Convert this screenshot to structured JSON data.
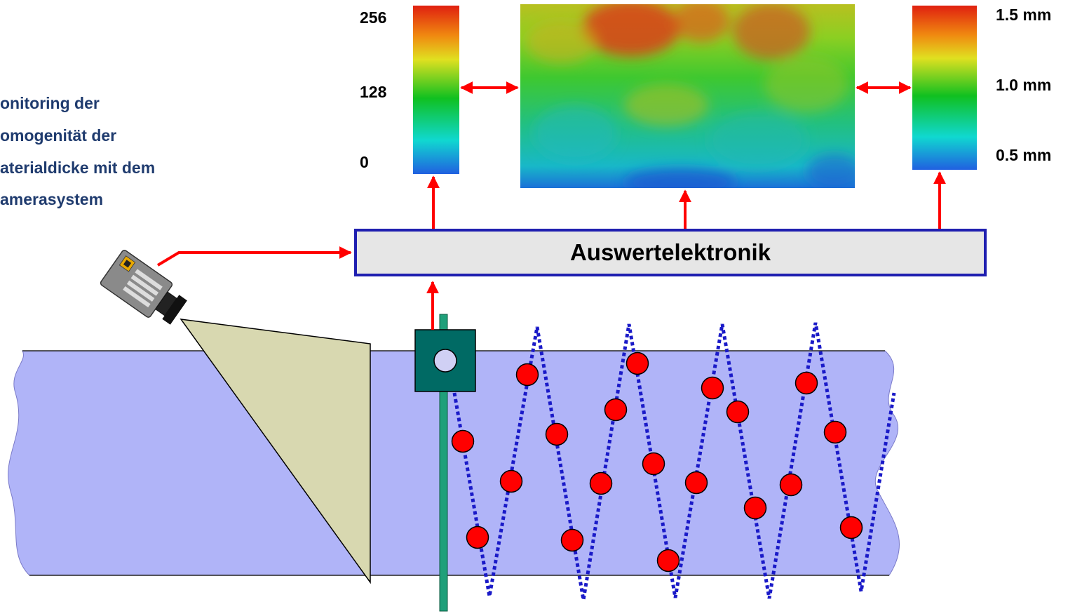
{
  "title_lines": [
    "onitoring  der",
    "omogenität der",
    "aterialdicke mit dem",
    "amerasystem"
  ],
  "processing_unit": {
    "label": "Auswertelektronik"
  },
  "left_scale": {
    "labels": [
      "256",
      "128",
      "0"
    ]
  },
  "right_scale": {
    "labels": [
      "1.5 mm",
      "1.0 mm",
      "0.5 mm"
    ]
  },
  "colors": {
    "material": "#b0b4f8",
    "light_cone": "#d8d8b0",
    "arrow": "#ff0000",
    "measurement_point": "#ff0000",
    "dotted_line": "#1a1ac8",
    "sensor_rail": "#1fa07a",
    "sensor_box": "#006a64",
    "box_border": "#1f1fb0",
    "title_text": "#1f3b6e"
  },
  "icons": [
    "camera-icon",
    "sensor-head-icon"
  ]
}
